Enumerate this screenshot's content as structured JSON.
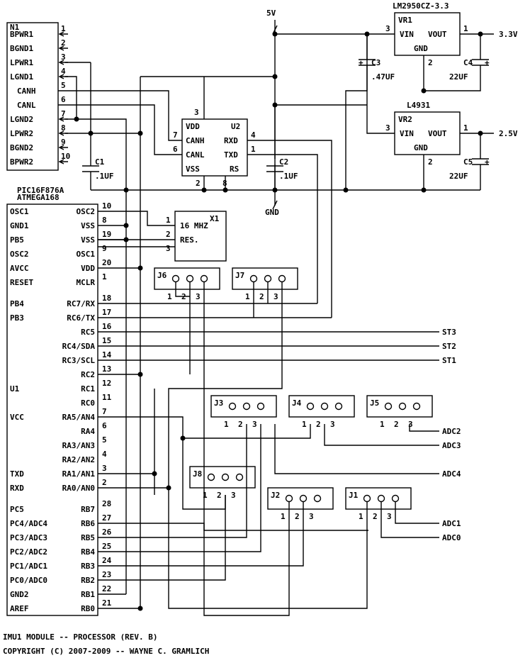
{
  "title": "IMU1 MODULE -- PROCESSOR (REV. B)",
  "copyright": "COPYRIGHT (C) 2007-2009 -- WAYNE C. GRAMLICH",
  "rails": {
    "v5": "5V",
    "gnd": "GND",
    "v33": "3.3V",
    "v25": "2.5V"
  },
  "n1": {
    "ref": "N1",
    "pins": [
      {
        "name": "BPWR1",
        "num": "1"
      },
      {
        "name": "BGND1",
        "num": "2"
      },
      {
        "name": "LPWR1",
        "num": "3"
      },
      {
        "name": "LGND1",
        "num": "4"
      },
      {
        "name": "CANH",
        "num": "5"
      },
      {
        "name": "CANL",
        "num": "6"
      },
      {
        "name": "LGND2",
        "num": "7"
      },
      {
        "name": "LPWR2",
        "num": "8"
      },
      {
        "name": "BGND2",
        "num": "9"
      },
      {
        "name": "BPWR2",
        "num": "10"
      }
    ]
  },
  "vr1": {
    "part": "LM2950CZ-3.3",
    "ref": "VR1",
    "vin": "VIN",
    "vout": "VOUT",
    "gnd": "GND",
    "pin_in": "3",
    "pin_out": "1",
    "pin_gnd": "2"
  },
  "vr2": {
    "part": "L4931",
    "ref": "VR2",
    "vin": "VIN",
    "vout": "VOUT",
    "gnd": "GND",
    "pin_in": "3",
    "pin_out": "1",
    "pin_gnd": "2"
  },
  "caps": {
    "c1": {
      "ref": "C1",
      "value": ".1UF"
    },
    "c2": {
      "ref": "C2",
      "value": ".1UF"
    },
    "c3": {
      "ref": "C3",
      "value": ".47UF",
      "pol": "+"
    },
    "c4": {
      "ref": "C4",
      "value": "22UF",
      "pol": "+"
    },
    "c5": {
      "ref": "C5",
      "value": "22UF",
      "pol": "+"
    }
  },
  "u2": {
    "ref": "U2",
    "pins": {
      "vdd": "VDD",
      "canh": "CANH",
      "canl": "CANL",
      "vss": "VSS",
      "rxd": "RXD",
      "txd": "TXD",
      "rs": "RS"
    },
    "nums": {
      "vdd": "3",
      "canh": "7",
      "canl": "6",
      "vss": "2",
      "rs": "8",
      "rxd": "4",
      "txd": "1"
    }
  },
  "x1": {
    "ref": "X1",
    "freq": "16 MHZ",
    "res": "RES.",
    "pins": [
      "1",
      "2",
      "3"
    ]
  },
  "u1": {
    "part1": "PIC16F876A",
    "part2": "ATMEGA168",
    "ref": "U1",
    "left": [
      "OSC1",
      "GND1",
      "PB5",
      "OSC2",
      "AVCC",
      "RESET",
      "PB4",
      "PB3",
      "VCC",
      "TXD",
      "RXD",
      "PC5",
      "PC4/ADC4",
      "PC3/ADC3",
      "PC2/ADC2",
      "PC1/ADC1",
      "PC0/ADC0",
      "GND2",
      "AREF"
    ],
    "pins": [
      {
        "name": "OSC2",
        "num": "10"
      },
      {
        "name": "VSS",
        "num": "8"
      },
      {
        "name": "VSS",
        "num": "19"
      },
      {
        "name": "OSC1",
        "num": "9"
      },
      {
        "name": "VDD",
        "num": "20"
      },
      {
        "name": "MCLR",
        "num": "1"
      },
      {
        "name": "RC7/RX",
        "num": "18"
      },
      {
        "name": "RC6/TX",
        "num": "17"
      },
      {
        "name": "RC5",
        "num": "16"
      },
      {
        "name": "RC4/SDA",
        "num": "15"
      },
      {
        "name": "RC3/SCL",
        "num": "14"
      },
      {
        "name": "RC2",
        "num": "13"
      },
      {
        "name": "RC1",
        "num": "12"
      },
      {
        "name": "RC0",
        "num": "11"
      },
      {
        "name": "RA5/AN4",
        "num": "7"
      },
      {
        "name": "RA4",
        "num": "6"
      },
      {
        "name": "RA3/AN3",
        "num": "5"
      },
      {
        "name": "RA2/AN2",
        "num": "4"
      },
      {
        "name": "RA1/AN1",
        "num": "3"
      },
      {
        "name": "RA0/AN0",
        "num": "2"
      },
      {
        "name": "RB7",
        "num": "28"
      },
      {
        "name": "RB6",
        "num": "27"
      },
      {
        "name": "RB5",
        "num": "26"
      },
      {
        "name": "RB4",
        "num": "25"
      },
      {
        "name": "RB3",
        "num": "24"
      },
      {
        "name": "RB2",
        "num": "23"
      },
      {
        "name": "RB1",
        "num": "22"
      },
      {
        "name": "RB0",
        "num": "21"
      }
    ]
  },
  "headers": {
    "j1": "J1",
    "j2": "J2",
    "j3": "J3",
    "j4": "J4",
    "j5": "J5",
    "j6": "J6",
    "j7": "J7",
    "j8": "J8",
    "p1": "1",
    "p2": "2",
    "p3": "3"
  },
  "nets": {
    "st3": "ST3",
    "st2": "ST2",
    "st1": "ST1",
    "adc2": "ADC2",
    "adc3": "ADC3",
    "adc4": "ADC4",
    "adc1": "ADC1",
    "adc0": "ADC0"
  }
}
